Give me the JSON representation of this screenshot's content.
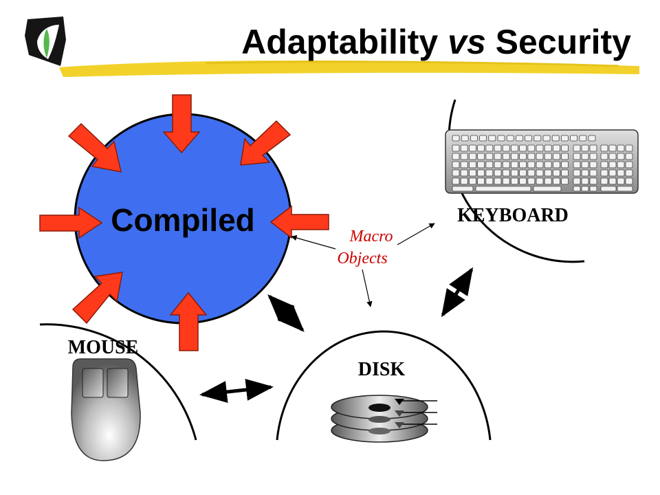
{
  "title": {
    "part1": "Adaptability",
    "vs": "vs",
    "part2": "Security"
  },
  "nodes": {
    "compiled": "Compiled",
    "keyboard": "KEYBOARD",
    "mouse": "MOUSE",
    "disk": "DISK"
  },
  "macro": {
    "line1": "Macro",
    "line2": "Objects"
  },
  "colors": {
    "compiled_fill": "#3f6ff0",
    "pressure_arrow": "#ff3a1a",
    "macro_text": "#cc0000",
    "highlight": "#f2d22a"
  },
  "icons": {
    "logo": "eye-logo-icon",
    "keyboard": "keyboard-icon",
    "mouse": "mouse-icon",
    "disk": "disk-stack-icon"
  }
}
